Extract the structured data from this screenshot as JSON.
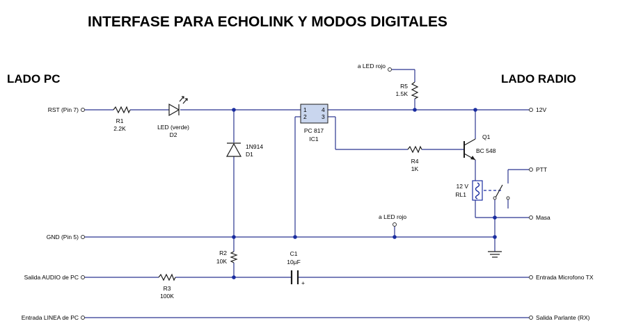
{
  "title": "INTERFASE PARA ECHOLINK Y MODOS DIGITALES",
  "left_side_label": "LADO PC",
  "right_side_label": "LADO RADIO",
  "pc_terminals": {
    "rst": "RST (Pin 7)",
    "gnd": "GND (Pin 5)",
    "audio_out": "Salida AUDIO de PC",
    "line_in": "Entrada LINEA de PC"
  },
  "radio_terminals": {
    "v12": "12V",
    "ptt": "PTT",
    "masa": "Masa",
    "mic_in": "Entrada Microfono TX",
    "speaker_out": "Salida Parlante (RX)"
  },
  "components": {
    "r1": {
      "name": "R1",
      "value": "2.2K"
    },
    "d2": {
      "name": "LED (verde)",
      "ref": "D2"
    },
    "d1": {
      "name": "1N914",
      "ref": "D1"
    },
    "ic1": {
      "name": "PC 817",
      "ref": "IC1",
      "pin1": "1",
      "pin2": "2",
      "pin3": "3",
      "pin4": "4"
    },
    "r5": {
      "name": "R5",
      "value": "1.5K"
    },
    "q1": {
      "ref": "Q1",
      "name": "BC 548"
    },
    "r4": {
      "name": "R4",
      "value": "1K"
    },
    "rl1": {
      "value": "12 V",
      "ref": "RL1"
    },
    "r2": {
      "name": "R2",
      "value": "10K"
    },
    "c1": {
      "name": "C1",
      "value": "10µF",
      "polarity": "+"
    },
    "r3": {
      "name": "R3",
      "value": "100K"
    }
  },
  "led_rojo_top": "a LED rojo",
  "led_rojo_mid": "a LED rojo",
  "colors": {
    "wire": "#2a3590",
    "component": "#1a1a1a",
    "ic_fill": "#c9d6ee",
    "background": "#ffffff"
  }
}
